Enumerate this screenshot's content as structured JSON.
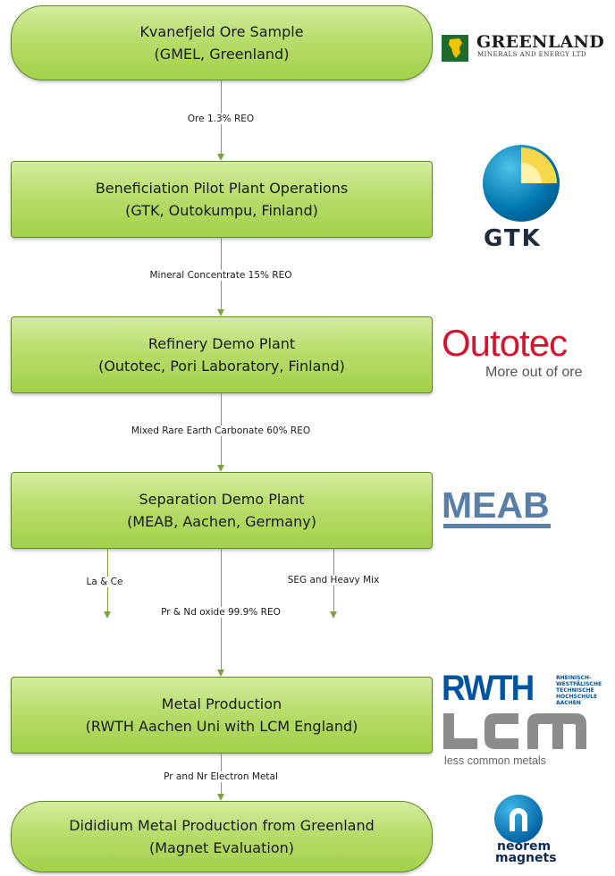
{
  "stages": [
    {
      "line1": "Kvanefjeld Ore Sample",
      "line2": "(GMEL, Greenland)"
    },
    {
      "line1": "Beneficiation Pilot Plant Operations",
      "line2": "(GTK, Outokumpu, Finland)"
    },
    {
      "line1": "Refinery Demo Plant",
      "line2": "(Outotec, Pori Laboratory, Finland)"
    },
    {
      "line1": "Separation Demo Plant",
      "line2": "(MEAB, Aachen, Germany)"
    },
    {
      "line1": "Metal Production",
      "line2": "(RWTH Aachen Uni with LCM England)"
    },
    {
      "line1": "Dididium Metal Production from Greenland",
      "line2": "(Magnet Evaluation)"
    }
  ],
  "flows": {
    "ore": "Ore 1.3% REO",
    "concentrate": "Mineral Concentrate 15% REO",
    "carbonate": "Mixed Rare Earth Carbonate 60% REO",
    "la_ce": "La & Ce",
    "seg": "SEG and Heavy Mix",
    "pr_nd": "Pr & Nd oxide 99.9% REO",
    "electron": "Pr and Nr Electron Metal"
  },
  "logos": {
    "gmel": {
      "name": "GREENLAND",
      "sub": "MINERALS AND ENERGY LTD"
    },
    "gtk": {
      "name": "GTK"
    },
    "outotec": {
      "name": "Outotec",
      "tagline": "More out of ore"
    },
    "meab": {
      "name": "MEAB"
    },
    "rwth": {
      "name": "RWTH",
      "sub1": "RHEINISCH-",
      "sub2": "WESTFÄLISCHE",
      "sub3": "TECHNISCHE",
      "sub4": "HOCHSCHULE",
      "sub5": "AACHEN"
    },
    "lcm": {
      "name": "LCM",
      "tagline": "less common metals"
    },
    "neorem": {
      "line1": "neorem",
      "line2": "magnets"
    }
  },
  "colors": {
    "box_fill": "#b8dd6c",
    "box_border": "#5f8a2a",
    "connector": "#7ba23d",
    "outotec_red": "#d3162f",
    "meab_blue": "#5a7fa6",
    "rwth_blue": "#00549f",
    "neorem_navy": "#0b2a55"
  }
}
